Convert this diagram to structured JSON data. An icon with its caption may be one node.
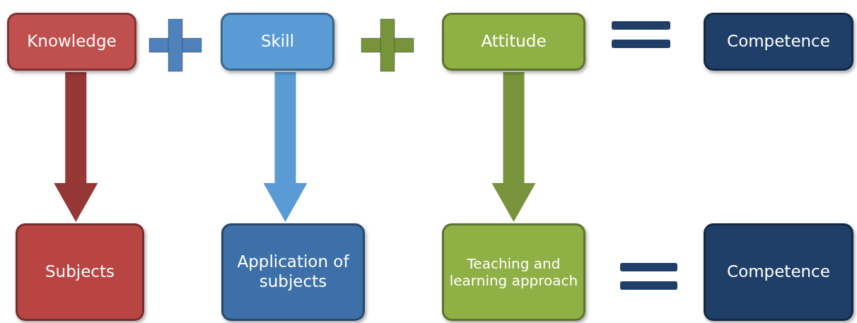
{
  "diagram": {
    "nodes": [
      {
        "text": [
          "Knowledge"
        ]
      },
      {
        "text": [
          "Skill"
        ]
      },
      {
        "text": [
          "Attitude"
        ]
      },
      {
        "text": [
          "Competence"
        ]
      },
      {
        "text": [
          "Subjects"
        ]
      },
      {
        "text": [
          "Application of subjects"
        ]
      },
      {
        "text": [
          "Teaching and learning approach"
        ]
      },
      {
        "text": [
          "Competence"
        ]
      }
    ],
    "edges": [
      {
        "from": 0,
        "to": 4,
        "arrow": "to",
        "color": "#953735"
      },
      {
        "from": 1,
        "to": 5,
        "arrow": "to",
        "color": "#5b9bd5"
      },
      {
        "from": 2,
        "to": 6,
        "arrow": "to",
        "color": "#77933c"
      }
    ]
  }
}
